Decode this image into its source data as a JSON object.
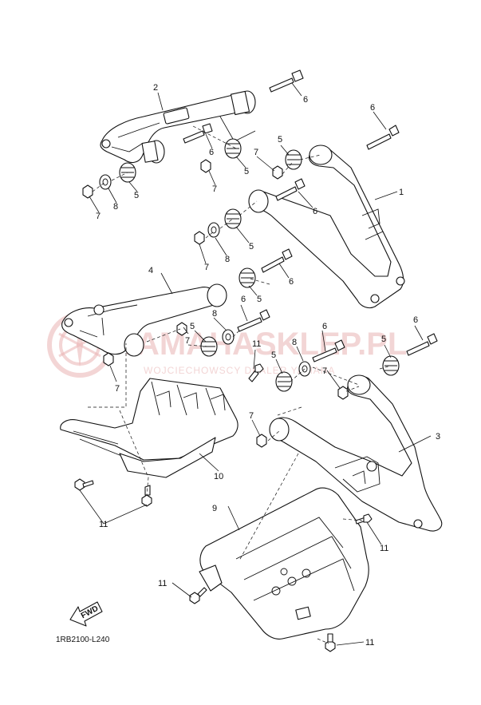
{
  "diagram": {
    "code": "1RB2100-L240",
    "fwd_label": "FWD",
    "callouts": [
      "1",
      "2",
      "3",
      "4",
      "5",
      "6",
      "7",
      "8",
      "9",
      "10",
      "11"
    ]
  },
  "watermark": {
    "brand": "YAMAHASKLEP.PL",
    "subtitle": "WOJCIECHOWSCY DEALER YAMAHA",
    "color": "#e9b3b3"
  }
}
